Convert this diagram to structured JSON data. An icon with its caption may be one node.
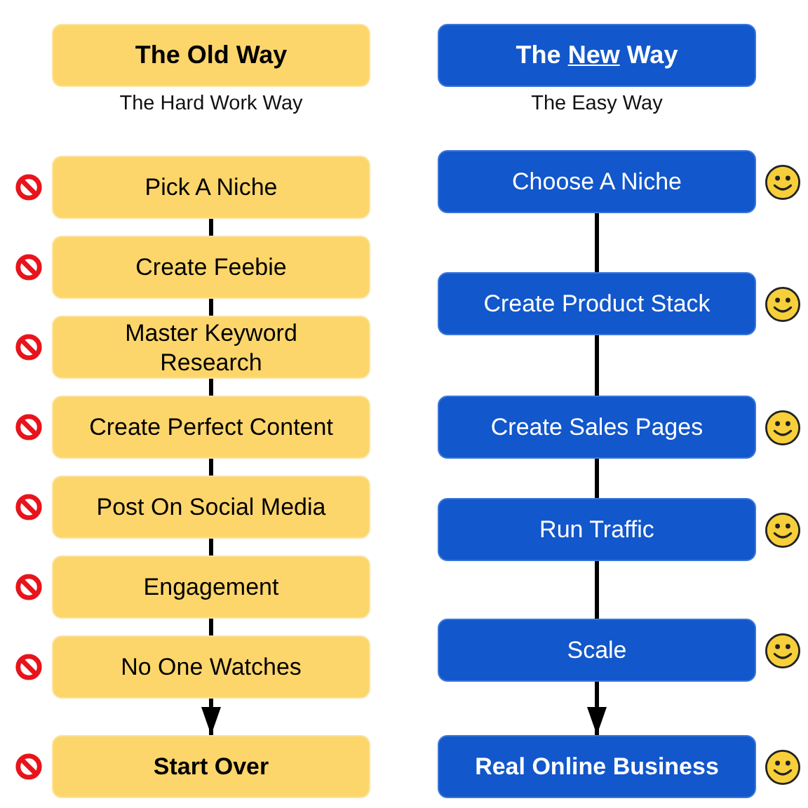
{
  "diagram": {
    "nodes": [
      {
        "text": [
          "The Old Way"
        ],
        "beside": [
          "The Hard Work Way"
        ]
      },
      {
        "text": [
          "Pick A Niche"
        ]
      },
      {
        "text": [
          "Create Feebie"
        ]
      },
      {
        "text": [
          "Master Keyword Research"
        ]
      },
      {
        "text": [
          "Create Perfect Content"
        ]
      },
      {
        "text": [
          "Post On Social Media"
        ]
      },
      {
        "text": [
          "Engagement"
        ]
      },
      {
        "text": [
          "No One Watches"
        ]
      },
      {
        "text": [
          "Start Over"
        ]
      },
      {
        "text": [
          "The New Way"
        ],
        "beside": [
          "The Easy Way"
        ]
      },
      {
        "text": [
          "Choose A Niche"
        ]
      },
      {
        "text": [
          "Create Product Stack"
        ]
      },
      {
        "text": [
          "Create Sales Pages"
        ]
      },
      {
        "text": [
          "Run Traffic"
        ]
      },
      {
        "text": [
          "Scale"
        ]
      },
      {
        "text": [
          "Real Online Business"
        ]
      }
    ],
    "edges": [
      {
        "from": 1,
        "to": 2,
        "arrow": "none"
      },
      {
        "from": 2,
        "to": 3,
        "arrow": "none"
      },
      {
        "from": 3,
        "to": 4,
        "arrow": "none"
      },
      {
        "from": 4,
        "to": 5,
        "arrow": "none"
      },
      {
        "from": 5,
        "to": 6,
        "arrow": "none"
      },
      {
        "from": 6,
        "to": 7,
        "arrow": "none"
      },
      {
        "from": 7,
        "to": 8,
        "arrow": "to"
      },
      {
        "from": 10,
        "to": 11,
        "arrow": "none"
      },
      {
        "from": 11,
        "to": 12,
        "arrow": "none"
      },
      {
        "from": 12,
        "to": 13,
        "arrow": "none"
      },
      {
        "from": 13,
        "to": 14,
        "arrow": "none"
      },
      {
        "from": 14,
        "to": 15,
        "arrow": "to"
      }
    ]
  }
}
